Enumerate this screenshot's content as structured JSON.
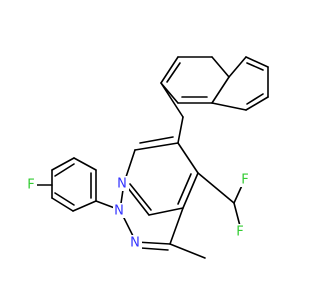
{
  "molecule": {
    "atoms": {
      "N_pyridine": {
        "symbol": "N",
        "color": "#3333ff"
      },
      "N1": {
        "symbol": "N",
        "color": "#3333ff"
      },
      "N2": {
        "symbol": "N",
        "color": "#3333ff"
      },
      "F_aryl": {
        "symbol": "F",
        "color": "#33cc33"
      },
      "F_top": {
        "symbol": "F",
        "color": "#33cc33"
      },
      "F_bottom": {
        "symbol": "F",
        "color": "#33cc33"
      }
    }
  }
}
